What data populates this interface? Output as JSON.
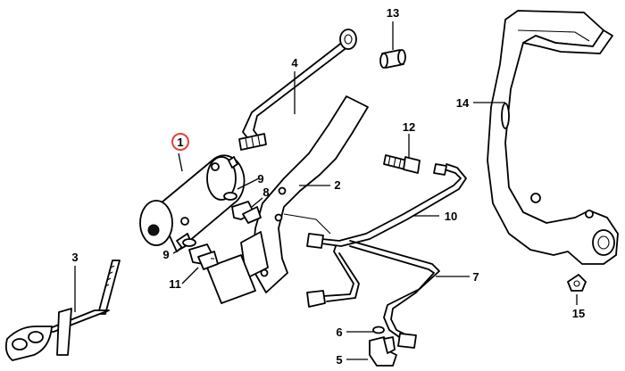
{
  "diagram": {
    "callouts": {
      "c1": "1",
      "c2": "2",
      "c3": "3",
      "c4": "4",
      "c5": "5",
      "c6": "6",
      "c7": "7",
      "c8": "8",
      "c9a": "9",
      "c9b": "9",
      "c10": "10",
      "c11": "11",
      "c12": "12",
      "c13": "13",
      "c14": "14",
      "c15": "15"
    },
    "selected_callout": "1",
    "colors": {
      "line": "#000000",
      "background": "#ffffff",
      "highlight": "#e0443c"
    }
  }
}
